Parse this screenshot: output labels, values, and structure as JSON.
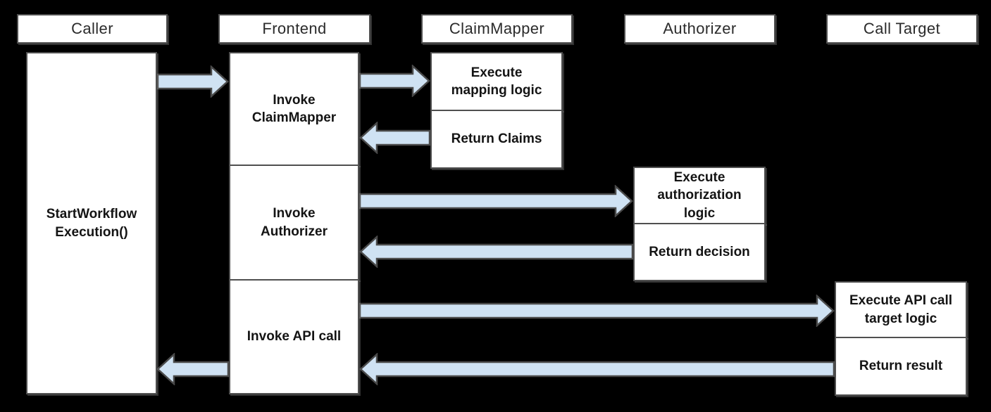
{
  "lanes": [
    {
      "label": "Caller"
    },
    {
      "label": "Frontend"
    },
    {
      "label": "ClaimMapper"
    },
    {
      "label": "Authorizer"
    },
    {
      "label": "Call Target"
    }
  ],
  "steps": {
    "caller_activity": "StartWorkflow\nExecution()",
    "frontend": [
      {
        "label": "Invoke\nClaimMapper"
      },
      {
        "label": "Invoke\nAuthorizer"
      },
      {
        "label": "Invoke API call"
      }
    ],
    "claim_mapper": [
      {
        "label": "Execute\nmapping logic"
      },
      {
        "label": "Return Claims"
      }
    ],
    "authorizer": [
      {
        "label": "Execute\nauthorization\nlogic"
      },
      {
        "label": "Return decision"
      }
    ],
    "call_target": [
      {
        "label": "Execute API call\ntarget logic"
      },
      {
        "label": "Return result"
      }
    ]
  },
  "arrows": [
    {
      "name": "caller-to-frontend",
      "from": "Caller",
      "to": "Frontend",
      "direction": "right"
    },
    {
      "name": "frontend-to-claimmapper",
      "from": "Frontend",
      "to": "ClaimMapper",
      "direction": "right"
    },
    {
      "name": "claimmapper-to-frontend",
      "from": "ClaimMapper",
      "to": "Frontend",
      "direction": "left"
    },
    {
      "name": "frontend-to-authorizer",
      "from": "Frontend",
      "to": "Authorizer",
      "direction": "right"
    },
    {
      "name": "authorizer-to-frontend",
      "from": "Authorizer",
      "to": "Frontend",
      "direction": "left"
    },
    {
      "name": "frontend-to-calltarget",
      "from": "Frontend",
      "to": "Call Target",
      "direction": "right"
    },
    {
      "name": "calltarget-to-frontend",
      "from": "Call Target",
      "to": "Frontend",
      "direction": "left"
    },
    {
      "name": "frontend-to-caller",
      "from": "Frontend",
      "to": "Caller",
      "direction": "left"
    }
  ],
  "colors": {
    "background": "#000000",
    "box_fill": "#ffffff",
    "box_border": "#4f4f4f",
    "arrow_fill": "#cfe2f3",
    "arrow_border": "#4a4a4a",
    "header_text": "#2b2b2b",
    "label_text": "#141414"
  }
}
